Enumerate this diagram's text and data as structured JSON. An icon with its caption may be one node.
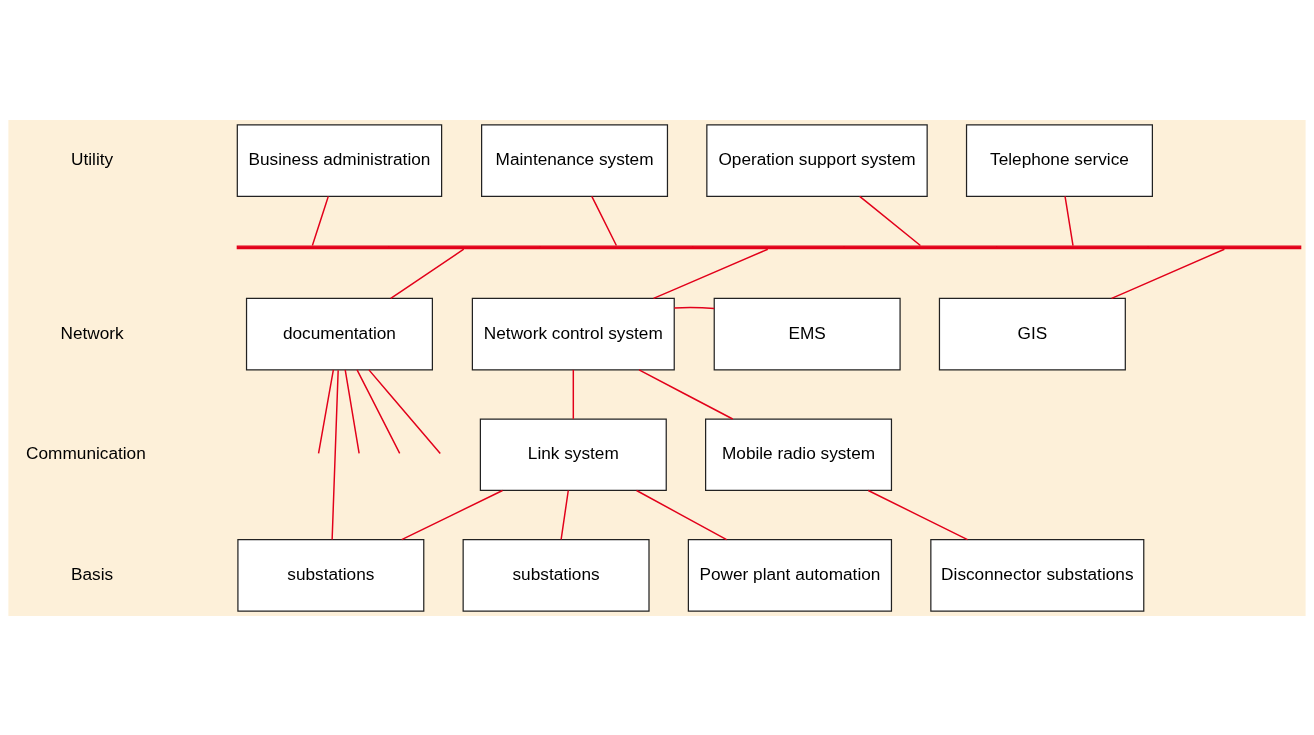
{
  "diagram": {
    "nodes": [
      {
        "text": [
          "Business administration"
        ]
      },
      {
        "text": [
          "Maintenance system"
        ]
      },
      {
        "text": [
          "Operation support system"
        ]
      },
      {
        "text": [
          "Telephone service"
        ]
      },
      {
        "text": [],
        "shape": "bar"
      },
      {
        "text": [
          "documentation"
        ]
      },
      {
        "text": [
          "Network control system"
        ]
      },
      {
        "text": [
          "EMS"
        ]
      },
      {
        "text": [
          "GIS"
        ]
      },
      {
        "text": [
          "Link system"
        ]
      },
      {
        "text": [
          "Mobile radio system"
        ]
      },
      {
        "text": [
          "substations"
        ]
      },
      {
        "text": [
          "substations"
        ]
      },
      {
        "text": [
          "Power plant automation"
        ]
      },
      {
        "text": [
          "Disconnector substations"
        ]
      }
    ],
    "edges": [
      {
        "from": 0,
        "to": 4,
        "arrow": "none"
      },
      {
        "from": 1,
        "to": 4,
        "arrow": "none"
      },
      {
        "from": 2,
        "to": 4,
        "arrow": "none"
      },
      {
        "from": 3,
        "to": 4,
        "arrow": "none"
      },
      {
        "from": 4,
        "to": 5,
        "arrow": "none"
      },
      {
        "from": 4,
        "to": 6,
        "arrow": "none"
      },
      {
        "from": 4,
        "to": 8,
        "arrow": "none"
      },
      {
        "from": 6,
        "to": 7,
        "arrow": "none"
      },
      {
        "from": 6,
        "to": 9,
        "arrow": "none"
      },
      {
        "from": 6,
        "to": 10,
        "arrow": "none"
      },
      {
        "from": 5,
        "to": null,
        "arrow": "none"
      },
      {
        "from": 5,
        "to": null,
        "arrow": "none"
      },
      {
        "from": 5,
        "to": null,
        "arrow": "none"
      },
      {
        "from": 5,
        "to": null,
        "arrow": "none"
      },
      {
        "from": 9,
        "to": 11,
        "arrow": "none"
      },
      {
        "from": 9,
        "to": 12,
        "arrow": "none"
      },
      {
        "from": 9,
        "to": 13,
        "arrow": "none"
      },
      {
        "from": 10,
        "to": 14,
        "arrow": "none"
      },
      {
        "from": 11,
        "to": 5,
        "arrow": "none"
      }
    ],
    "labels": [
      "Utility",
      "Network",
      "Communication",
      "Basis"
    ]
  }
}
